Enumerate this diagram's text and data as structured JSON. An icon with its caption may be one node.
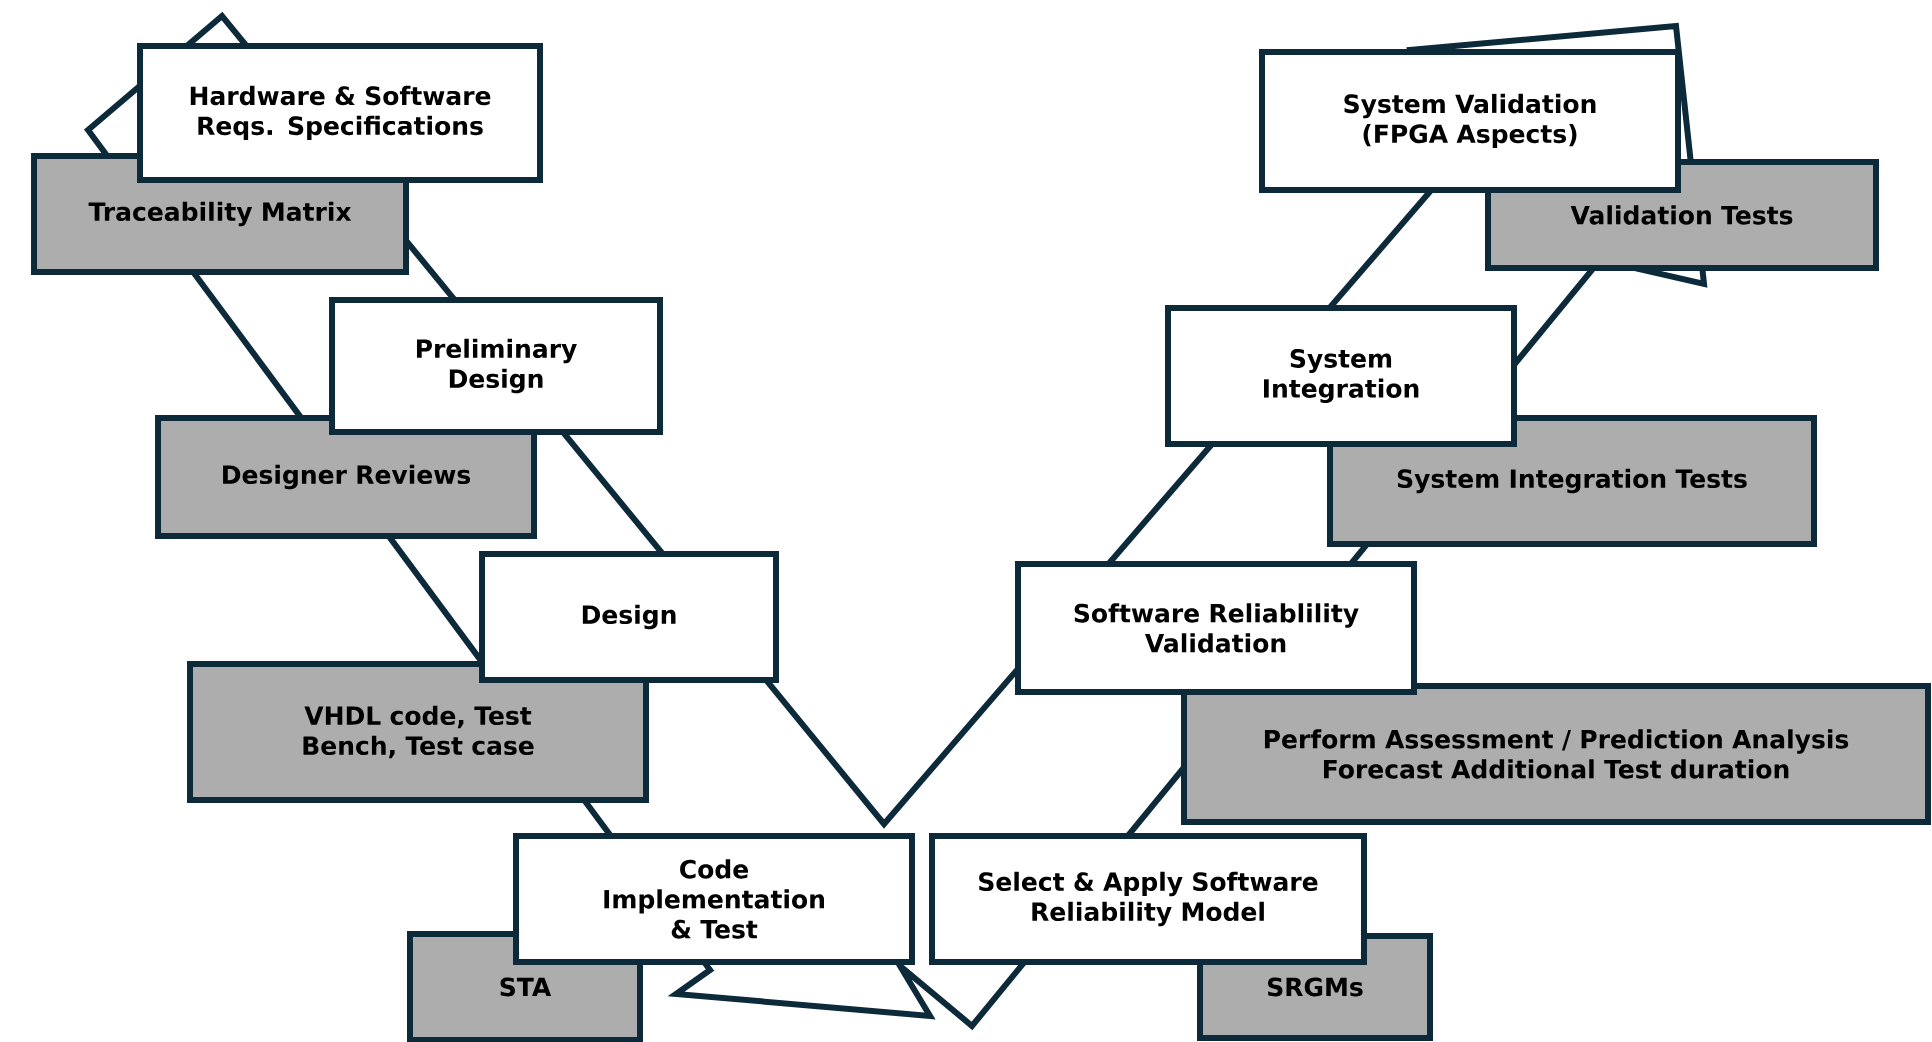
{
  "diagram": {
    "nodes": [
      {
        "text": [
          "Traceability Matrix"
        ]
      },
      {
        "text": [
          "Hardware & Software Reqs. Specifications"
        ]
      },
      {
        "text": [
          "Designer Reviews"
        ]
      },
      {
        "text": [
          "Preliminary Design"
        ]
      },
      {
        "text": [
          "VHDL code, Test Bench, Test case"
        ]
      },
      {
        "text": [
          "Design"
        ]
      },
      {
        "text": [
          "STA"
        ]
      },
      {
        "text": [
          "Code Implementation & Test"
        ]
      },
      {
        "text": [
          "Validation Tests"
        ]
      },
      {
        "text": [
          "System Validation (FPGA Aspects)"
        ]
      },
      {
        "text": [
          "System Integration Tests"
        ]
      },
      {
        "text": [
          "System Integration"
        ]
      },
      {
        "text": [
          "Perform Assessment / Prediction Analysis Forecast Additional Test duration"
        ]
      },
      {
        "text": [
          "Software Reliablility Validation"
        ]
      },
      {
        "text": [
          "SRGMs"
        ]
      },
      {
        "text": [
          "Select & Apply Software Reliability Model"
        ]
      }
    ]
  }
}
